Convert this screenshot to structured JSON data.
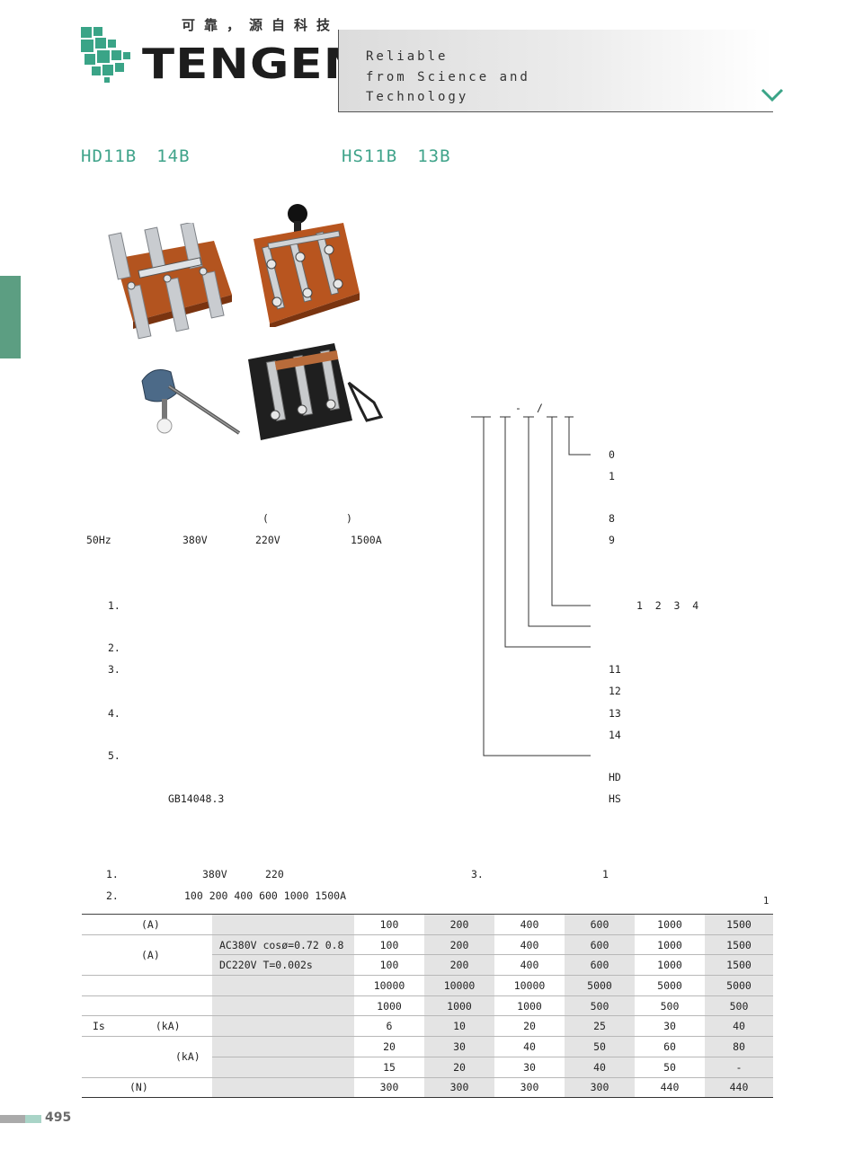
{
  "header": {
    "slogan_cn": "可靠，源自科技",
    "brand": "TENGEN",
    "slogan_en_1": "Reliable",
    "slogan_en_2": "from Science and",
    "slogan_en_3": "Technology",
    "accent_color": "#3fa38a"
  },
  "titles": {
    "left_a": "HD11B",
    "left_b": "14B",
    "right_a": "HS11B",
    "right_b": "13B"
  },
  "images": [
    "knife-switch-open",
    "knife-switch-handle",
    "operating-lever",
    "knife-switch-black-base"
  ],
  "intro": {
    "paren_open": "(",
    "paren_close": ")",
    "freq": "50Hz",
    "ac_voltage": "380V",
    "dc_voltage": "220V",
    "max_current": "1500A"
  },
  "features": {
    "n1": "1.",
    "n2": "2.",
    "n3": "3.",
    "n4": "4.",
    "n5": "5.",
    "standard": "GB14048.3"
  },
  "model_code": {
    "dash": "-",
    "slash": "/",
    "code_0": "0",
    "code_1": "1",
    "code_8": "8",
    "code_9": "9",
    "poles": "1  2  3  4",
    "n11": "11",
    "n12": "12",
    "n13": "13",
    "n14": "14",
    "hd": "HD",
    "hs": "HS"
  },
  "notes": {
    "n1": "1.",
    "v380": "380V",
    "v220": "220",
    "n3": "3.",
    "n3_val": "1",
    "n2": "2.",
    "currents": "100 200 400 600 1000 1500A",
    "table_no": "1"
  },
  "table": {
    "row1_label": "(A)",
    "row2_label": "(A)",
    "ac_cond": "AC380V  cosø=0.72 0.8",
    "dc_cond": "DC220V  T=0.002s",
    "is_label": "Is",
    "is_unit": "(kA)",
    "peak_unit": "(kA)",
    "force_unit": "(N)",
    "rated": [
      "100",
      "200",
      "400",
      "600",
      "1000",
      "1500"
    ],
    "ac": [
      "100",
      "200",
      "400",
      "600",
      "1000",
      "1500"
    ],
    "dc": [
      "100",
      "200",
      "400",
      "600",
      "1000",
      "1500"
    ],
    "mech_life": [
      "10000",
      "10000",
      "10000",
      "5000",
      "5000",
      "5000"
    ],
    "elec_life": [
      "1000",
      "1000",
      "1000",
      "500",
      "500",
      "500"
    ],
    "is_vals": [
      "6",
      "10",
      "20",
      "25",
      "30",
      "40"
    ],
    "peak1": [
      "20",
      "30",
      "40",
      "50",
      "60",
      "80"
    ],
    "peak2": [
      "15",
      "20",
      "30",
      "40",
      "50",
      "-"
    ],
    "force": [
      "300",
      "300",
      "300",
      "300",
      "440",
      "440"
    ]
  },
  "page": {
    "number": "495"
  }
}
